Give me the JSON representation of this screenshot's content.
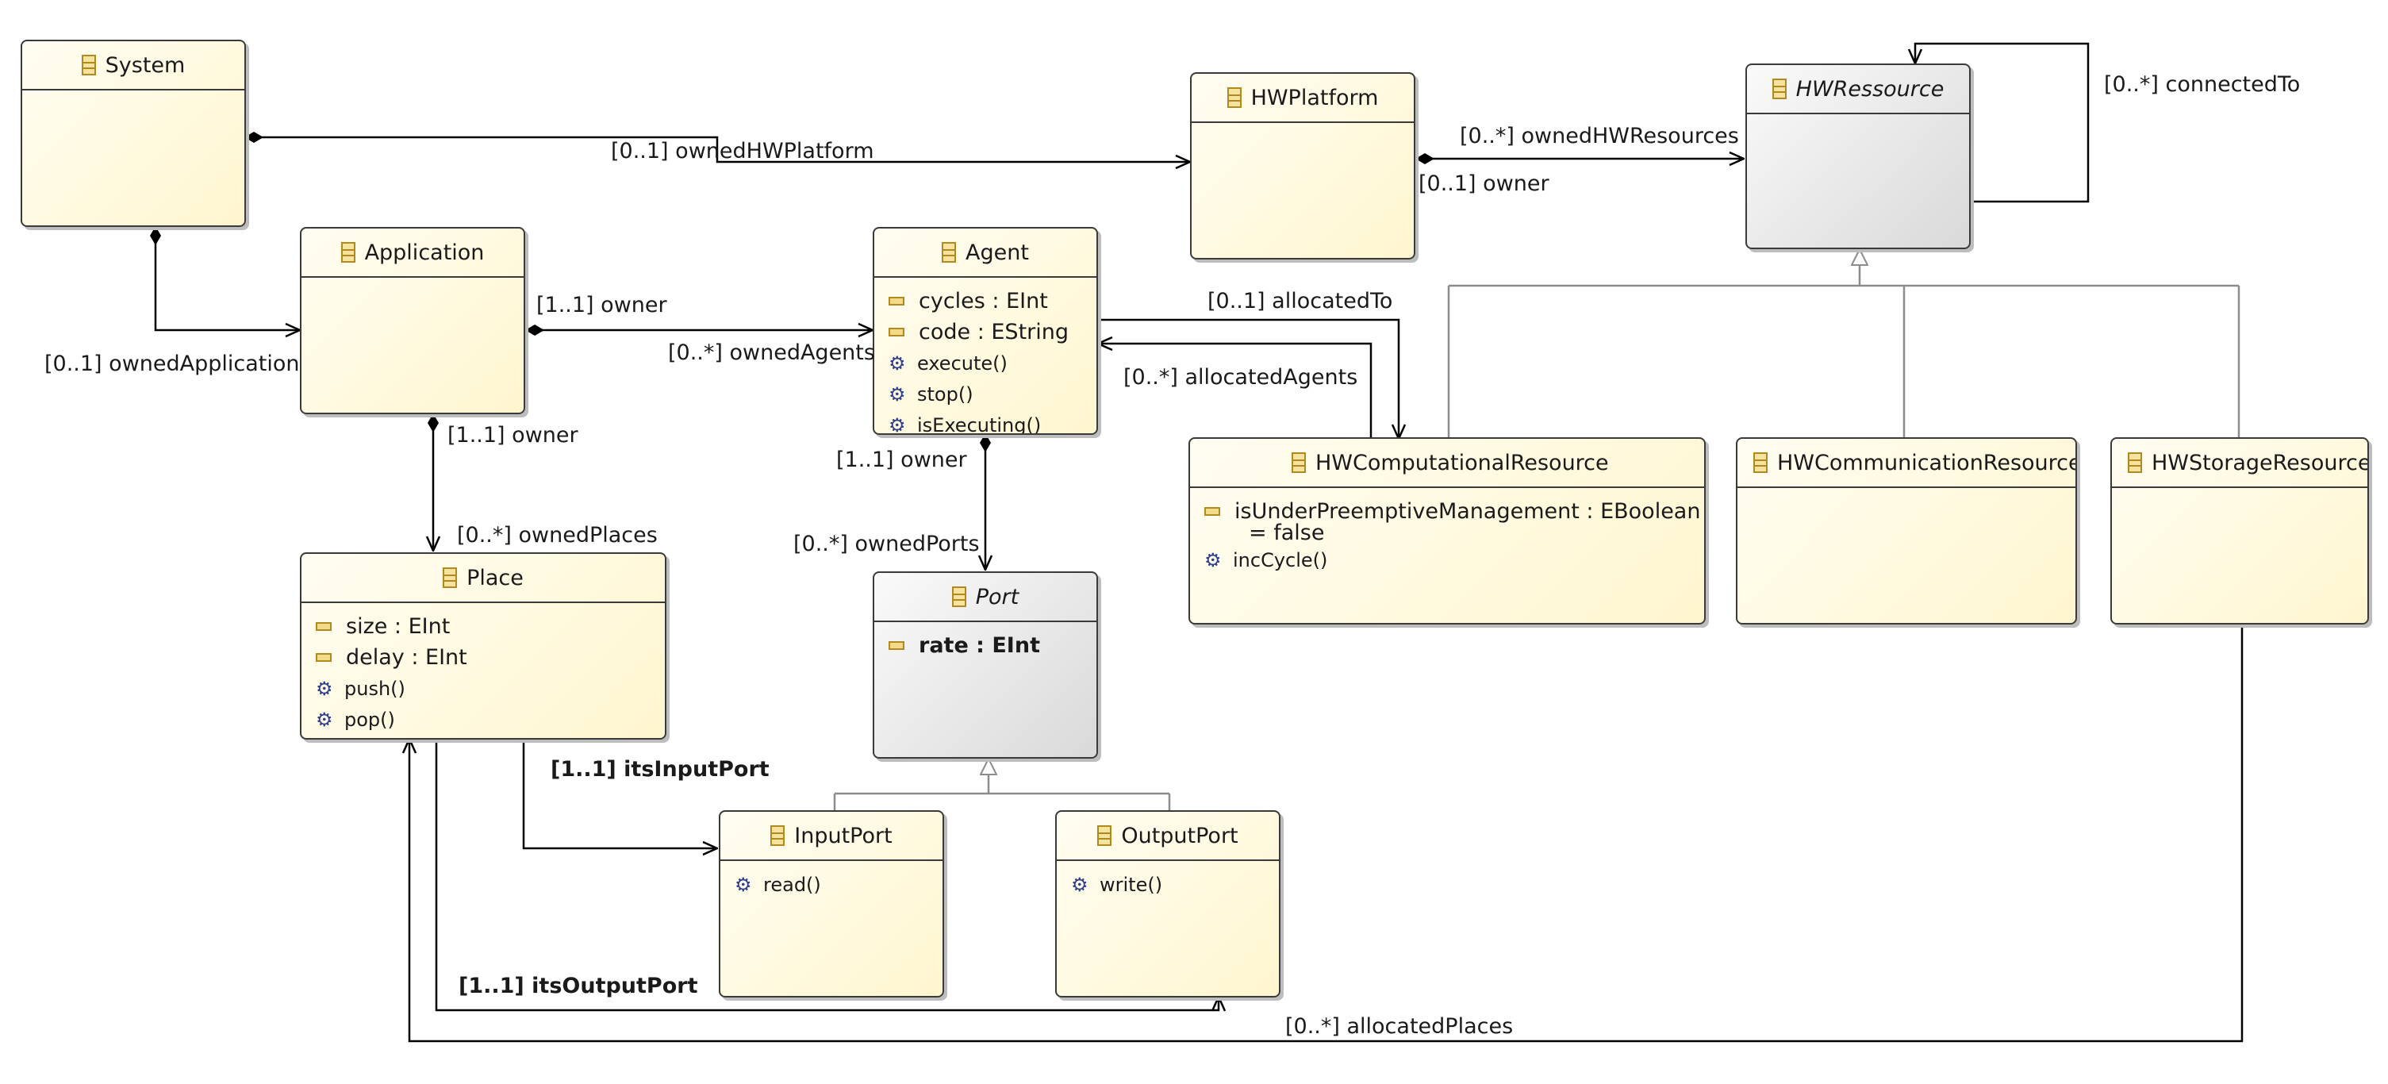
{
  "diagram": {
    "classes": {
      "system": {
        "name": "System"
      },
      "hwplatform": {
        "name": "HWPlatform"
      },
      "hwressource": {
        "name": "HWRessource"
      },
      "application": {
        "name": "Application"
      },
      "agent": {
        "name": "Agent",
        "attributes": [
          "cycles : EInt",
          "code : EString"
        ],
        "operations": [
          "execute()",
          "stop()",
          "isExecuting()"
        ]
      },
      "place": {
        "name": "Place",
        "attributes": [
          "size : EInt",
          "delay : EInt"
        ],
        "operations": [
          "push()",
          "pop()"
        ]
      },
      "port": {
        "name": "Port",
        "attributes": [
          "rate : EInt"
        ]
      },
      "hwcomputational": {
        "name": "HWComputationalResource",
        "attributes": [
          "isUnderPreemptiveManagement : EBoolean",
          "= false"
        ],
        "operations": [
          "incCycle()"
        ]
      },
      "hwcommunication": {
        "name": "HWCommunicationResource"
      },
      "hwstorage": {
        "name": "HWStorageResource"
      },
      "inputport": {
        "name": "InputPort",
        "operations": [
          "read()"
        ]
      },
      "outputport": {
        "name": "OutputPort",
        "operations": [
          "write()"
        ]
      }
    },
    "labels": {
      "owned_hw_platform": "[0..1] ownedHWPlatform",
      "owned_hw_resources": "[0..*] ownedHWResources",
      "hw_owner": "[0..1] owner",
      "connected_to": "[0..*] connectedTo",
      "owned_application": "[0..1] ownedApplication",
      "app_owner": "[1..1] owner",
      "owned_agents": "[0..*] ownedAgents",
      "allocated_to": "[0..1] allocatedTo",
      "allocated_agents": "[0..*] allocatedAgents",
      "place_owner": "[1..1] owner",
      "owned_places": "[0..*] ownedPlaces",
      "agent_owner": "[1..1] owner",
      "owned_ports": "[0..*] ownedPorts",
      "its_input_port": "[1..1] itsInputPort",
      "its_output_port": "[1..1] itsOutputPort",
      "allocated_places": "[0..*] allocatedPlaces"
    },
    "colors": {
      "class_fill": "#fff6cf",
      "abstract_fill": "#d9d9d9",
      "border": "#3a3a3a",
      "edge": "#000000",
      "generalization_edge": "#8c8c8c"
    }
  }
}
